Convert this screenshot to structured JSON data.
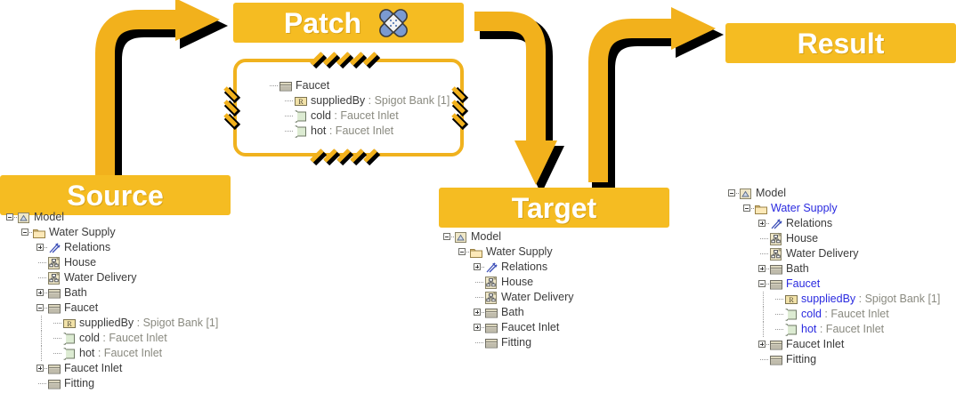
{
  "theme": {
    "gold": "#F5BC22",
    "gold_border": "#F0B21E",
    "banner_text": "#FFFFFF",
    "tree_text": "#3B3B3B",
    "tree_type_text": "#8A8A80",
    "highlight_blue": "#2A2AE0",
    "arrow_fill": "#F2B11C",
    "arrow_shadow": "#000000"
  },
  "panels": {
    "source": {
      "title": "Source"
    },
    "patch": {
      "title": "Patch",
      "icon": "bandaid-icon"
    },
    "target": {
      "title": "Target"
    },
    "result": {
      "title": "Result"
    }
  },
  "trees": {
    "source": [
      {
        "depth": 0,
        "twisty": "minus",
        "icon": "model-icon",
        "name": "Model",
        "type": ""
      },
      {
        "depth": 1,
        "twisty": "minus",
        "icon": "folder-icon",
        "name": "Water Supply",
        "type": ""
      },
      {
        "depth": 2,
        "twisty": "plus",
        "icon": "relations-icon",
        "name": "Relations",
        "type": ""
      },
      {
        "depth": 2,
        "twisty": "none",
        "icon": "diagram-icon",
        "name": "House",
        "type": ""
      },
      {
        "depth": 2,
        "twisty": "none",
        "icon": "diagram-icon",
        "name": "Water Delivery",
        "type": ""
      },
      {
        "depth": 2,
        "twisty": "plus",
        "icon": "block-icon",
        "name": "Bath",
        "type": ""
      },
      {
        "depth": 2,
        "twisty": "minus",
        "icon": "block-icon",
        "name": "Faucet",
        "type": ""
      },
      {
        "depth": 3,
        "twisty": "none",
        "icon": "reference-icon",
        "name": "suppliedBy",
        "type": " : Spigot Bank [1]"
      },
      {
        "depth": 3,
        "twisty": "none",
        "icon": "port-icon",
        "name": "cold",
        "type": " : Faucet Inlet"
      },
      {
        "depth": 3,
        "twisty": "none",
        "icon": "port-icon",
        "name": "hot",
        "type": " : Faucet Inlet"
      },
      {
        "depth": 2,
        "twisty": "plus",
        "icon": "block-icon",
        "name": "Faucet Inlet",
        "type": ""
      },
      {
        "depth": 2,
        "twisty": "none",
        "icon": "block-icon",
        "name": "Fitting",
        "type": ""
      }
    ],
    "patch": [
      {
        "depth": 0,
        "twisty": "none",
        "icon": "block-icon",
        "name": "Faucet",
        "type": ""
      },
      {
        "depth": 1,
        "twisty": "none",
        "icon": "reference-icon",
        "name": "suppliedBy",
        "type": " : Spigot Bank [1]"
      },
      {
        "depth": 1,
        "twisty": "none",
        "icon": "port-icon",
        "name": "cold",
        "type": " : Faucet Inlet"
      },
      {
        "depth": 1,
        "twisty": "none",
        "icon": "port-icon",
        "name": "hot",
        "type": " : Faucet Inlet"
      }
    ],
    "target": [
      {
        "depth": 0,
        "twisty": "minus",
        "icon": "model-icon",
        "name": "Model",
        "type": ""
      },
      {
        "depth": 1,
        "twisty": "minus",
        "icon": "folder-icon",
        "name": "Water Supply",
        "type": ""
      },
      {
        "depth": 2,
        "twisty": "plus",
        "icon": "relations-icon",
        "name": "Relations",
        "type": ""
      },
      {
        "depth": 2,
        "twisty": "none",
        "icon": "diagram-icon",
        "name": "House",
        "type": ""
      },
      {
        "depth": 2,
        "twisty": "none",
        "icon": "diagram-icon",
        "name": "Water Delivery",
        "type": ""
      },
      {
        "depth": 2,
        "twisty": "plus",
        "icon": "block-icon",
        "name": "Bath",
        "type": ""
      },
      {
        "depth": 2,
        "twisty": "plus",
        "icon": "block-icon",
        "name": "Faucet Inlet",
        "type": ""
      },
      {
        "depth": 2,
        "twisty": "none",
        "icon": "block-icon",
        "name": "Fitting",
        "type": ""
      }
    ],
    "result": [
      {
        "depth": 0,
        "twisty": "minus",
        "icon": "model-icon",
        "name": "Model",
        "type": "",
        "highlight": false
      },
      {
        "depth": 1,
        "twisty": "minus",
        "icon": "folder-icon",
        "name": "Water Supply",
        "type": "",
        "highlight": true
      },
      {
        "depth": 2,
        "twisty": "plus",
        "icon": "relations-icon",
        "name": "Relations",
        "type": "",
        "highlight": false
      },
      {
        "depth": 2,
        "twisty": "none",
        "icon": "diagram-icon",
        "name": "House",
        "type": "",
        "highlight": false
      },
      {
        "depth": 2,
        "twisty": "none",
        "icon": "diagram-icon",
        "name": "Water Delivery",
        "type": "",
        "highlight": false
      },
      {
        "depth": 2,
        "twisty": "plus",
        "icon": "block-icon",
        "name": "Bath",
        "type": "",
        "highlight": false
      },
      {
        "depth": 2,
        "twisty": "minus",
        "icon": "block-icon",
        "name": "Faucet",
        "type": "",
        "highlight": true
      },
      {
        "depth": 3,
        "twisty": "none",
        "icon": "reference-icon",
        "name": "suppliedBy",
        "type": " : Spigot Bank [1]",
        "highlight": true
      },
      {
        "depth": 3,
        "twisty": "none",
        "icon": "port-icon",
        "name": "cold",
        "type": " : Faucet Inlet",
        "highlight": true
      },
      {
        "depth": 3,
        "twisty": "none",
        "icon": "port-icon",
        "name": "hot",
        "type": " : Faucet Inlet",
        "highlight": true
      },
      {
        "depth": 2,
        "twisty": "plus",
        "icon": "block-icon",
        "name": "Faucet Inlet",
        "type": "",
        "highlight": false
      },
      {
        "depth": 2,
        "twisty": "none",
        "icon": "block-icon",
        "name": "Fitting",
        "type": "",
        "highlight": false
      }
    ]
  },
  "arrows": [
    {
      "name": "arrow-source-to-patch",
      "from": "Source",
      "to": "Patch"
    },
    {
      "name": "arrow-patch-to-target",
      "from": "Patch",
      "to": "Target"
    },
    {
      "name": "arrow-target-to-result",
      "from": "Target",
      "to": "Result"
    }
  ]
}
